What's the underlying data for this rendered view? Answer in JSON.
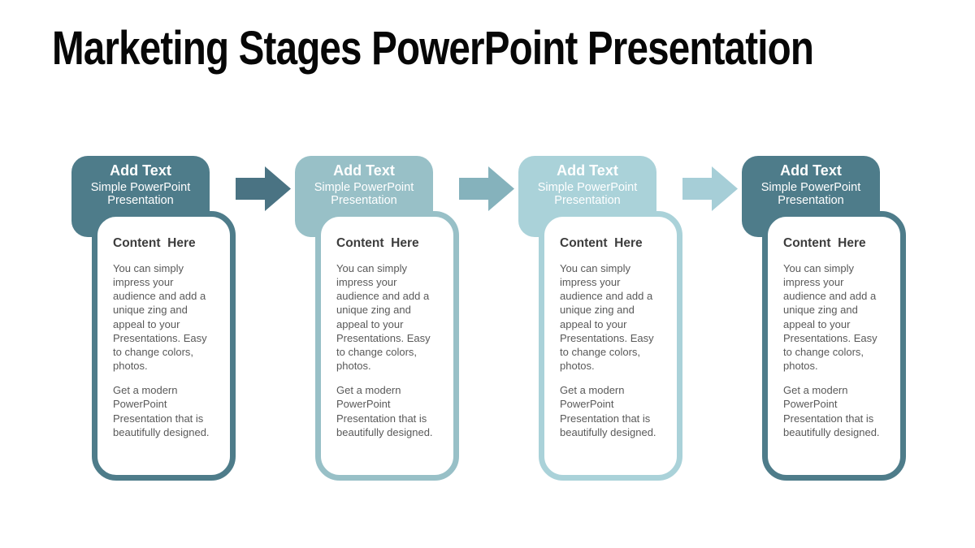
{
  "slide": {
    "title": "Marketing Stages PowerPoint Presentation"
  },
  "colors": {
    "stage_dark": "#4e7c8a",
    "stage_medium": "#98c0c7",
    "stage_light": "#aad2d9",
    "arrow_dark": "#4a7383",
    "arrow_medium": "#85b2bc",
    "arrow_light": "#a6ced7",
    "header_text": "#ffffff",
    "content_title_text": "#3d3d3d",
    "body_text": "#595959",
    "title_text": "#070707"
  },
  "stages": [
    {
      "header_title": "Add Text",
      "header_subtitle": "Simple PowerPoint Presentation",
      "content_title": "Content  Here",
      "paragraph1": "You can simply impress your audience and add a unique zing and appeal to your Presentations. Easy to change colors, photos.",
      "paragraph2": "Get a modern PowerPoint Presentation that is beautifully designed.",
      "color": "#4e7c8a"
    },
    {
      "header_title": "Add Text",
      "header_subtitle": "Simple PowerPoint Presentation",
      "content_title": "Content  Here",
      "paragraph1": "You can simply impress your audience and add a unique zing and appeal to your Presentations. Easy to change colors, photos.",
      "paragraph2": "Get a modern PowerPoint Presentation that is beautifully designed.",
      "color": "#98c0c7"
    },
    {
      "header_title": "Add Text",
      "header_subtitle": "Simple PowerPoint Presentation",
      "content_title": "Content  Here",
      "paragraph1": "You can simply impress your audience and add a unique zing and appeal to your Presentations. Easy to change colors, photos.",
      "paragraph2": "Get a modern PowerPoint Presentation that is beautifully designed.",
      "color": "#aad2d9"
    },
    {
      "header_title": "Add Text",
      "header_subtitle": "Simple PowerPoint Presentation",
      "content_title": "Content  Here",
      "paragraph1": "You can simply impress your audience and add a unique zing and appeal to your Presentations. Easy to change colors, photos.",
      "paragraph2": "Get a modern PowerPoint Presentation that is beautifully designed.",
      "color": "#4e7c8a"
    }
  ],
  "arrows": [
    {
      "color": "#4a7383"
    },
    {
      "color": "#85b2bc"
    },
    {
      "color": "#a6ced7"
    }
  ]
}
